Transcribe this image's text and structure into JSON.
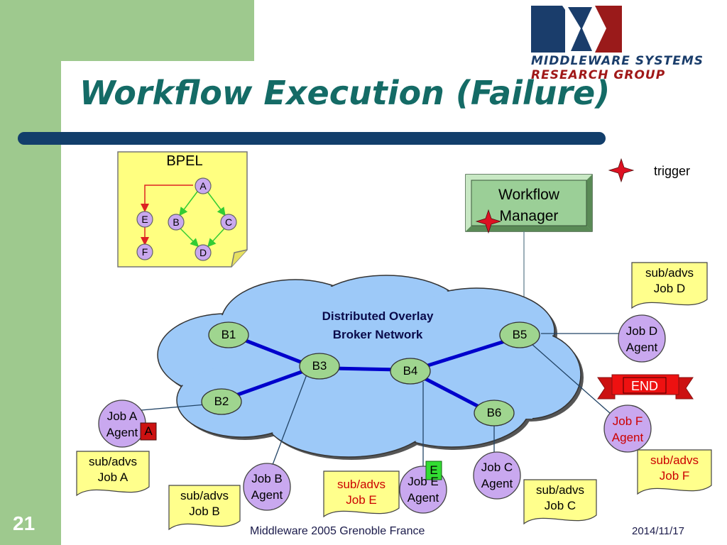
{
  "slide": {
    "title": "Workflow Execution (Failure)",
    "number": "21",
    "footer_center": "Middleware 2005 Grenoble  France",
    "footer_date": "2014/11/17"
  },
  "logo": {
    "line1": "MIDDLEWARE SYSTEMS",
    "line2": "RESEARCH GROUP"
  },
  "legend": {
    "trigger_label": "trigger"
  },
  "bpel": {
    "title": "BPEL",
    "nodes": [
      "A",
      "E",
      "B",
      "C",
      "F",
      "D"
    ]
  },
  "workflow_manager": {
    "line1": "Workflow",
    "line2": "Manager"
  },
  "cloud": {
    "line1": "Distributed Overlay",
    "line2": "Broker Network"
  },
  "brokers": [
    "B1",
    "B2",
    "B3",
    "B4",
    "B5",
    "B6"
  ],
  "agents": {
    "job_a": {
      "line1": "Job A",
      "line2": "Agent"
    },
    "job_b": {
      "line1": "Job B",
      "line2": "Agent"
    },
    "job_e": {
      "line1": "Job E",
      "line2": "Agent"
    },
    "job_c": {
      "line1": "Job C",
      "line2": "Agent"
    },
    "job_d": {
      "line1": "Job D",
      "line2": "Agent"
    },
    "job_f": {
      "line1": "Job F",
      "line2": "Agent"
    }
  },
  "notes": {
    "job_a": {
      "line1": "sub/advs",
      "line2": "Job A"
    },
    "job_b": {
      "line1": "sub/advs",
      "line2": "Job B"
    },
    "job_e": {
      "line1": "sub/advs",
      "line2": "Job E"
    },
    "job_c": {
      "line1": "sub/advs",
      "line2": "Job C"
    },
    "job_d": {
      "line1": "sub/advs",
      "line2": "Job D"
    },
    "job_f": {
      "line1": "sub/advs",
      "line2": "Job F"
    }
  },
  "tags": {
    "a": "A",
    "e": "E"
  },
  "end_banner": "END",
  "colors": {
    "sidebar": "#9ec98e",
    "title": "#146b66",
    "bar": "#123e6b",
    "cloud": "#9dc9f8",
    "broker": "#9fd58f",
    "agent": "#c9a8ef",
    "note": "#ffff8c",
    "link": "#0000cc",
    "failure_text": "#cc0000"
  }
}
